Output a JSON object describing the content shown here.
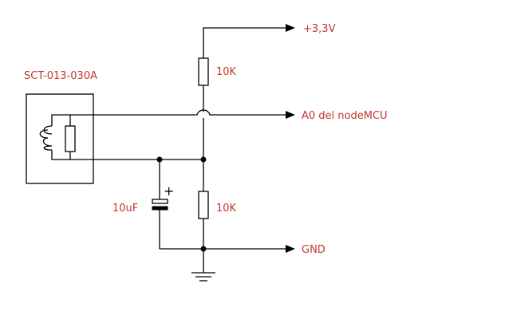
{
  "diagram": {
    "sensor_label": "SCT-013-030A",
    "vcc_label": "+3,3V",
    "adc_label": "A0 del nodeMCU",
    "gnd_label": "GND",
    "resistor_top_label": "10K",
    "resistor_bottom_label": "10K",
    "capacitor_label": "10uF",
    "capacitor_polarity": "+"
  }
}
